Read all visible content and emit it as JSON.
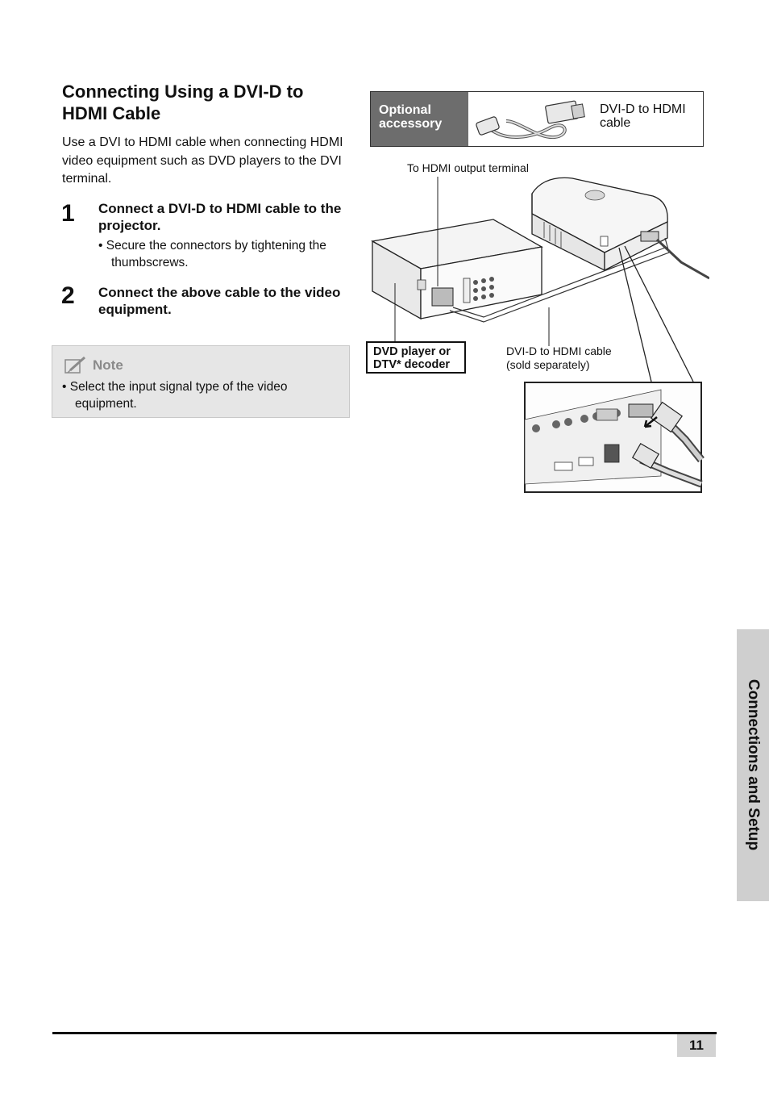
{
  "section": {
    "title": "Connecting Using a DVI-D to HDMI Cable",
    "intro": "Use a DVI to HDMI cable when connecting HDMI video equipment such as DVD players to the DVI  terminal."
  },
  "steps": [
    {
      "number": "1",
      "text": "Connect a DVI-D to HDMI cable to the projector.",
      "bullet": "• Secure the connectors by tightening the thumbscrews."
    },
    {
      "number": "2",
      "text": "Connect the above cable to the video equipment."
    }
  ],
  "note": {
    "heading": "Note",
    "item": "• Select the input signal type of the video equipment."
  },
  "accessory": {
    "label": "Optional accessory",
    "name": "DVI-D to HDMI cable"
  },
  "diagram": {
    "label_hdmi_output": "To HDMI output terminal",
    "label_device": "DVD player or DTV* decoder",
    "label_cable": "DVI-D to HDMI cable (sold separately)"
  },
  "side_tab": "Connections and Setup",
  "page_number": "11"
}
